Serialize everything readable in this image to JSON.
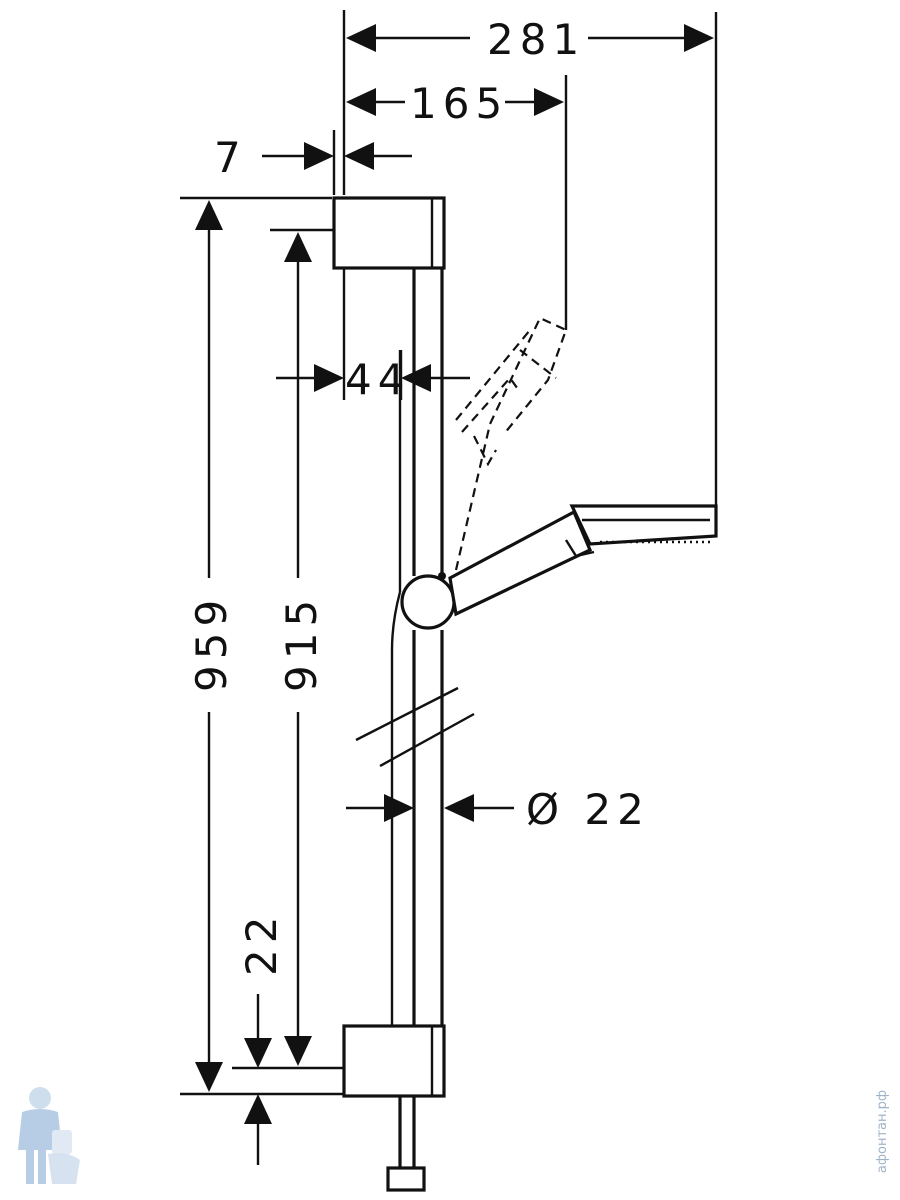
{
  "dimensions": {
    "overall_depth": "281",
    "handshower_depth": "165",
    "wall_offset": "7",
    "rail_offset": "44",
    "total_height": "959",
    "rail_height": "915",
    "bottom_offset": "22",
    "rail_diameter": "Ø 22"
  },
  "watermark": {
    "text": "афонтан.рф"
  }
}
